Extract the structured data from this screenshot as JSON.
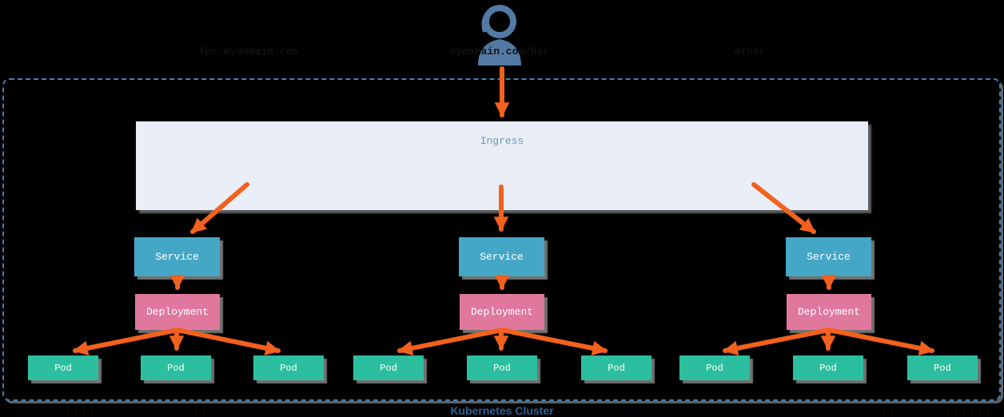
{
  "diagram": {
    "cluster_label": "Kubernetes Cluster",
    "ingress": {
      "label": "Ingress",
      "rules": [
        "foo.mydomain.com",
        "mydomain.com/bar",
        "other"
      ]
    },
    "groups": [
      {
        "service": "Service",
        "deployment": "Deployment",
        "pods": [
          "Pod",
          "Pod",
          "Pod"
        ]
      },
      {
        "service": "Service",
        "deployment": "Deployment",
        "pods": [
          "Pod",
          "Pod",
          "Pod"
        ]
      },
      {
        "service": "Service",
        "deployment": "Deployment",
        "pods": [
          "Pod",
          "Pod",
          "Pod"
        ]
      }
    ],
    "icons": {
      "user": "user-icon"
    },
    "colors": {
      "service": "#45a7c6",
      "deployment": "#e0789e",
      "pod": "#2bbfa0",
      "arrow": "#f2611d",
      "ingress_bg": "#e9eef7",
      "ingress_label": "#6b9ab5",
      "rule_text": "#111111",
      "cluster_border": "#3d7fb8",
      "cluster_label": "#2a6496",
      "user_icon": "#527aa4"
    }
  }
}
